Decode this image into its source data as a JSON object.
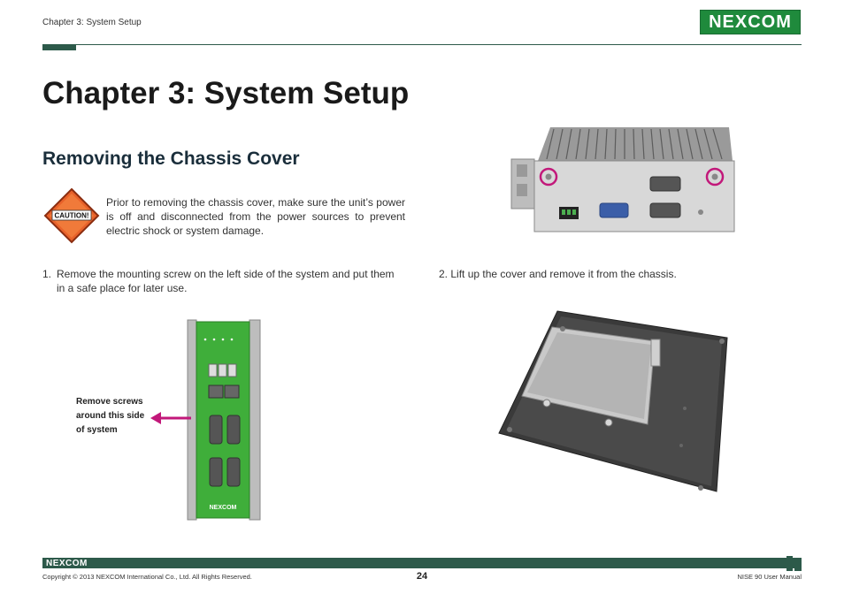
{
  "header": {
    "running_title": "Chapter 3: System Setup",
    "logo_text": "NEXCOM"
  },
  "chapter_title": "Chapter 3: System Setup",
  "section_title": "Removing the Chassis Cover",
  "caution": {
    "badge": "CAUTION!",
    "text": "Prior to removing the chassis cover, make sure the unit’s power is off and disconnected from the power sources to prevent electric shock or system damage."
  },
  "steps": [
    {
      "num": "1.",
      "text": "Remove the mounting screw on the left side of the system and put them in a safe place for later use."
    },
    {
      "num": "2.",
      "text": "Lift up the cover and remove it from the chassis."
    }
  ],
  "callout": {
    "line1": "Remove screws",
    "line2": "around this side",
    "line3": "of system"
  },
  "device_labels": {
    "side_logo": "NEXCOM"
  },
  "footer": {
    "logo_text": "NEXCOM",
    "copyright": "Copyright © 2013 NEXCOM International Co., Ltd. All Rights Reserved.",
    "page_number": "24",
    "manual_name": "NISE 90 User Manual"
  },
  "colors": {
    "brand_green": "#1f8a3c",
    "rule_dark": "#2d5a4a",
    "highlight_magenta": "#c2187a"
  }
}
